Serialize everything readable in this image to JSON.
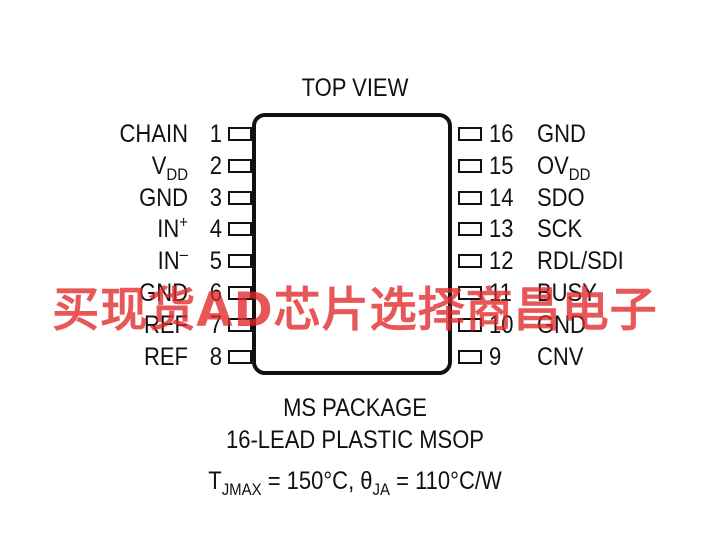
{
  "view_label": "TOP VIEW",
  "left_pins": [
    {
      "number": "1",
      "name": "CHAIN",
      "sub": "",
      "sup": ""
    },
    {
      "number": "2",
      "name": "V",
      "sub": "DD",
      "sup": ""
    },
    {
      "number": "3",
      "name": "GND",
      "sub": "",
      "sup": ""
    },
    {
      "number": "4",
      "name": "IN",
      "sub": "",
      "sup": "+"
    },
    {
      "number": "5",
      "name": "IN",
      "sub": "",
      "sup": "–"
    },
    {
      "number": "6",
      "name": "GND",
      "sub": "",
      "sup": ""
    },
    {
      "number": "7",
      "name": "REF",
      "sub": "",
      "sup": ""
    },
    {
      "number": "8",
      "name": "REF",
      "sub": "",
      "sup": ""
    }
  ],
  "right_pins": [
    {
      "number": "16",
      "name": "GND",
      "sub": "",
      "sup": ""
    },
    {
      "number": "15",
      "name": "OV",
      "sub": "DD",
      "sup": ""
    },
    {
      "number": "14",
      "name": "SDO",
      "sub": "",
      "sup": ""
    },
    {
      "number": "13",
      "name": "SCK",
      "sub": "",
      "sup": ""
    },
    {
      "number": "12",
      "name": "RDL/SDI",
      "sub": "",
      "sup": ""
    },
    {
      "number": "11",
      "name": "BUSY",
      "sub": "",
      "sup": ""
    },
    {
      "number": "10",
      "name": "GND",
      "sub": "",
      "sup": ""
    },
    {
      "number": "9",
      "name": "CNV",
      "sub": "",
      "sup": ""
    }
  ],
  "package": {
    "line1": "MS PACKAGE",
    "line2": "16-LEAD PLASTIC MSOP",
    "thermal": {
      "t_symbol": "T",
      "t_sub": "JMAX",
      "t_value": " = 150°C, ",
      "theta_symbol": "θ",
      "theta_sub": "JA",
      "theta_value": " = 110°C/W"
    }
  },
  "watermark": "买现货AD芯片选择商昌电子"
}
